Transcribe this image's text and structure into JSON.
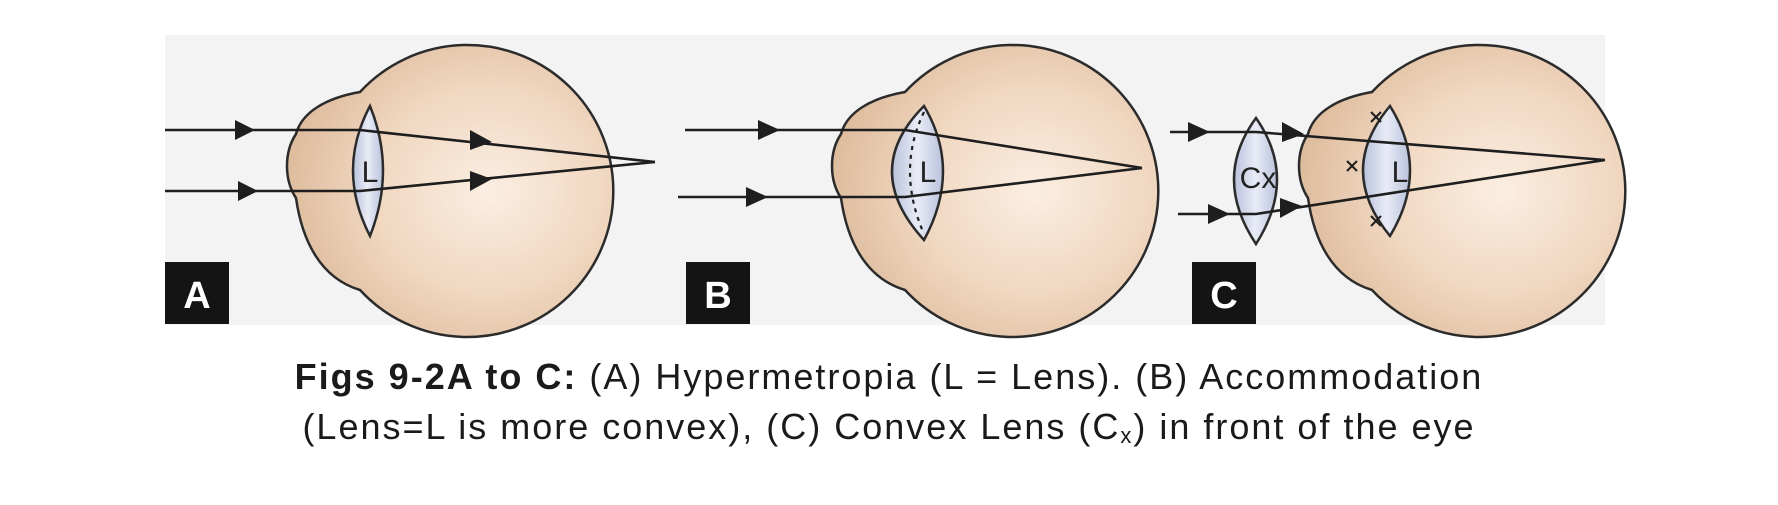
{
  "panels": [
    {
      "letter": "A",
      "lens_label": "L"
    },
    {
      "letter": "B",
      "lens_label": "L"
    },
    {
      "letter": "C",
      "lens_label": "L",
      "convex_lens_label": "Cx"
    }
  ],
  "caption": {
    "figure_id": "Figs 9-2A to C:",
    "part_a": "(A) Hypermetropia (L = Lens). (B) Accommodation",
    "line2_before_sub": "(Lens=L is more convex), (C) Convex Lens (C",
    "subscript": "x",
    "line2_after_sub": ") in front of the eye"
  },
  "colors": {
    "eye_light": "#fbeee2",
    "eye_dark": "#dcb99a",
    "lens_light": "#e9ecf6",
    "lens_dark": "#b9c2dc",
    "label_box": "#141414",
    "panel_background": "#f3f3f3"
  }
}
